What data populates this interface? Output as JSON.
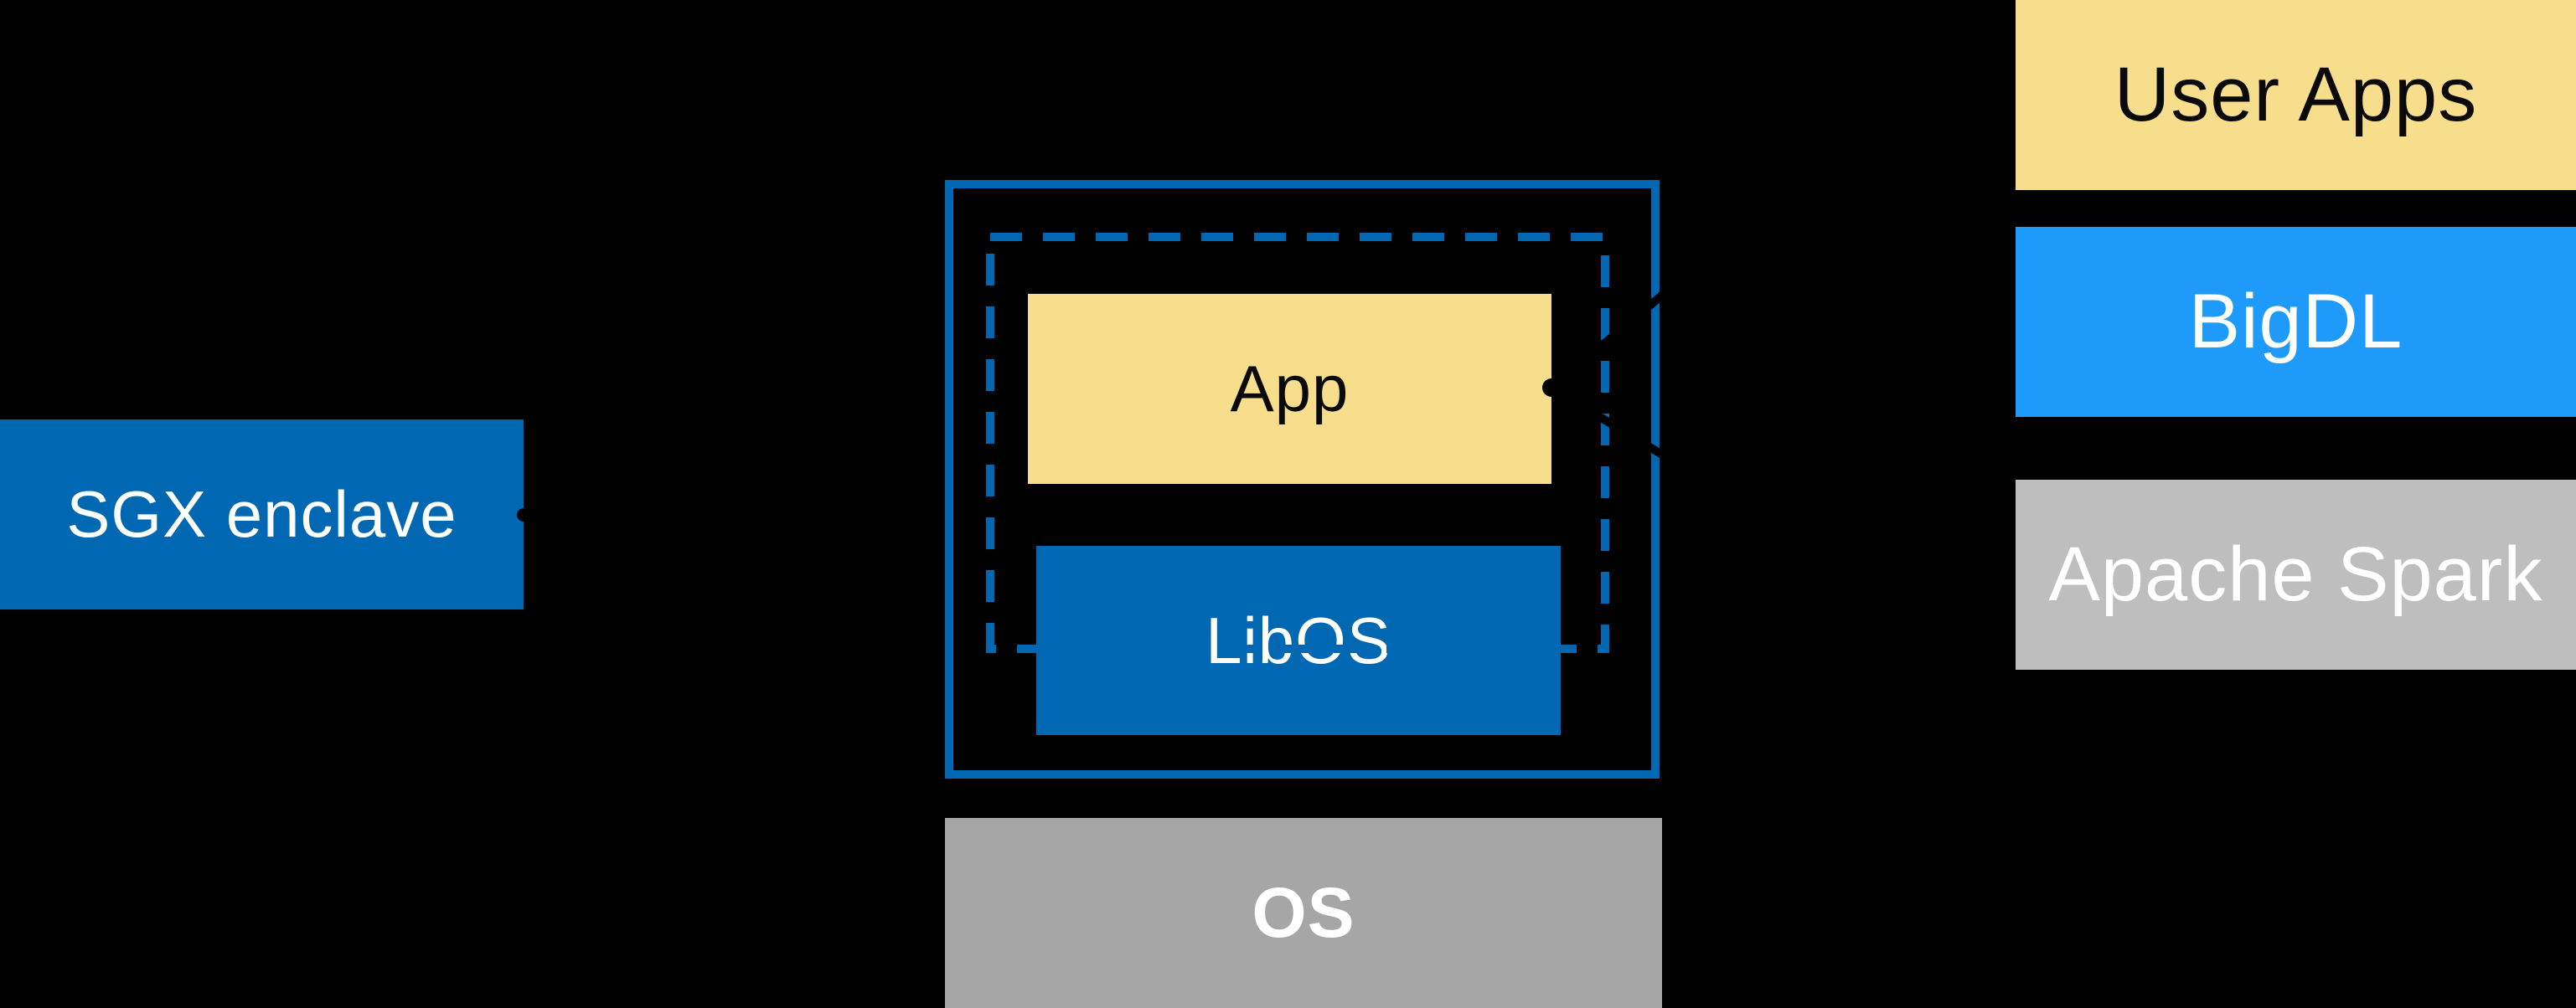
{
  "diagram": {
    "description": "SGX enclave architecture diagram: an enclave (dashed outline) containing an App on a LibOS, running on an OS; right-hand software stack of User Apps, BigDL and Apache Spark connected to the enclave detail view",
    "boxes": {
      "sgx_enclave": {
        "label": "SGX enclave"
      },
      "app": {
        "label": "App"
      },
      "libos": {
        "label": "LibOS"
      },
      "os": {
        "label": "OS"
      },
      "user_apps": {
        "label": "User Apps"
      },
      "bigdl": {
        "label": "BigDL"
      },
      "apache_spark": {
        "label": "Apache Spark"
      }
    },
    "colors": {
      "intel_blue": "#0068B2",
      "bright_blue": "#1E9AFA",
      "yellow": "#F6DE8D",
      "gray_os": "#A6A6A6",
      "gray_spark": "#BEBEBE",
      "ink_black": "#000000",
      "text_light": "#FFFFFF",
      "text_dark": "#0A0A0A"
    }
  }
}
